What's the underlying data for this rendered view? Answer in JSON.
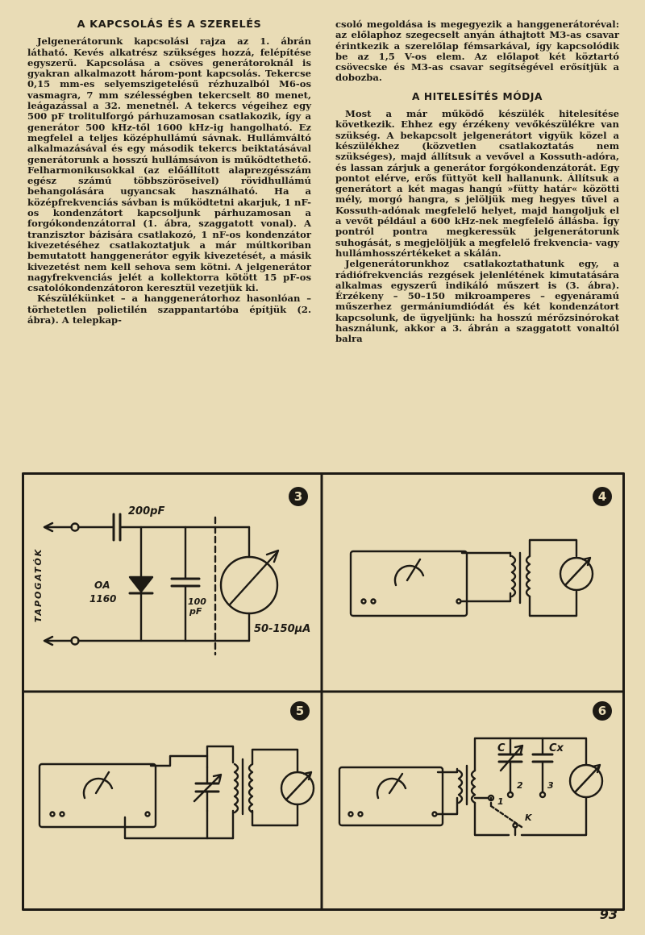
{
  "article": {
    "left": {
      "heading": "A KAPCSOLÁS ÉS A SZERELÉS",
      "p1": "Jelgenerátorunk kapcsolási rajza az 1. ábrán látható. Kevés alkatrész szükséges hozzá, felépítése egyszerű. Kapcsolása a csöves generátoroknál is gyakran alkalmazott három-pont kapcsolás. Tekercse 0,15 mm-es selyemszigetelésű rézhuzalból M6-os vasmagra, 7 mm szélességben tekercselt 80 menet, leágazással a 32. menetnél. A tekercs végeihez egy 500 pF trolitulforgó párhuzamosan csatlakozik, így a generátor 500 kHz-től 1600 kHz-ig hangolható. Ez megfelel a teljes középhullámú sávnak. Hullámváltó alkalmazásával és egy második tekercs beiktatásával generátorunk a hosszú hullámsávon is működtethető. Felharmonikusokkal (az előállított alaprezgésszám egész számú többszöröseivel) rövidhullámú behangolására ugyancsak használható. Ha a középfrekvenciás sávban is működtetni akarjuk, 1 nF-os kondenzátort kapcsoljunk párhuzamosan a forgókondenzátorral (1. ábra, szaggatott vonal). A tranzisztor bázisára csatlakozó, 1 nF-os kondenzátor kivezetéséhez csatlakoztatjuk a már múltkoriban bemutatott hanggenerátor egyik kivezetését, a másik kivezetést nem kell sehova sem kötni. A jelgenerátor nagyfrekvenciás jelét a kollektorra kötött 15 pF-os csatolókondenzátoron keresztül vezetjük ki.",
      "p2": "Készülékünket – a hanggenerátorhoz hasonlóan – törhetetlen polietilén szappantartóba építjük (2. ábra). A telepkap-"
    },
    "right": {
      "p1": "csoló megoldása is megegyezik a hanggenerátoréval: az előlaphoz szegecselt anyán áthajtott M3-as csavar érintkezik a szerelőlap fémsarkával, így kapcsolódik be az 1,5 V-os elem. Az előlapot két köztartó csövecske és M3-as csavar segítségével erősítjük a dobozba.",
      "heading": "A HITELESÍTÉS MÓDJA",
      "p2": "Most a már működő készülék hitelesítése következik. Ehhez egy érzékeny vevőkészülékre van szükség. A bekapcsolt jelgenerátort vigyük közel a készülékhez (közvetlen csatlakoztatás nem szükséges), majd állítsuk a vevővel a Kossuth-adóra, és lassan zárjuk a generátor forgókondenzátorát. Egy pontot elérve, erős füttyöt kell hallanunk. Állítsuk a generátort a két magas hangú »fütty határ« közötti mély, morgó hangra, s jelöljük meg hegyes tűvel a Kossuth-adónak megfelelő helyet, majd hangoljuk el a vevőt például a 600 kHz-nek megfelelő állásba. Így pontról pontra megkeressük jelgenerátorunk suhogását, s megjelöljük a megfelelő frekvencia- vagy hullámhosszértékeket a skálán.",
      "p3": "Jelgenerátorunkhoz csatlakoztathatunk egy, a rádiófrekvenciás rezgések jelenlétének kimutatására alkalmas egyszerű indikáló műszert is (3. ábra). Érzékeny – 50–150 mikroamperes – egyenáramú műszerhez germániumdiódát és két kondenzátort kapcsolunk, de ügyeljünk: ha hosszú mérőzsinórokat használunk, akkor a 3. ábrán a szaggatott vonaltól balra"
    }
  },
  "figures": {
    "fig3": {
      "number": "3",
      "probe_label": "TAPOGATÓK",
      "cap_in": "200pF",
      "diode_line1": "OA",
      "diode_line2": "1160",
      "cap_shunt_line1": "100",
      "cap_shunt_line2": "pF",
      "meter_range": "50-150μA"
    },
    "fig4": {
      "number": "4"
    },
    "fig5": {
      "number": "5"
    },
    "fig6": {
      "number": "6",
      "label_c": "C",
      "label_cx": "Cx",
      "pos1": "1",
      "pos2": "2",
      "pos3": "3",
      "label_k": "K"
    }
  },
  "page_number": "93"
}
